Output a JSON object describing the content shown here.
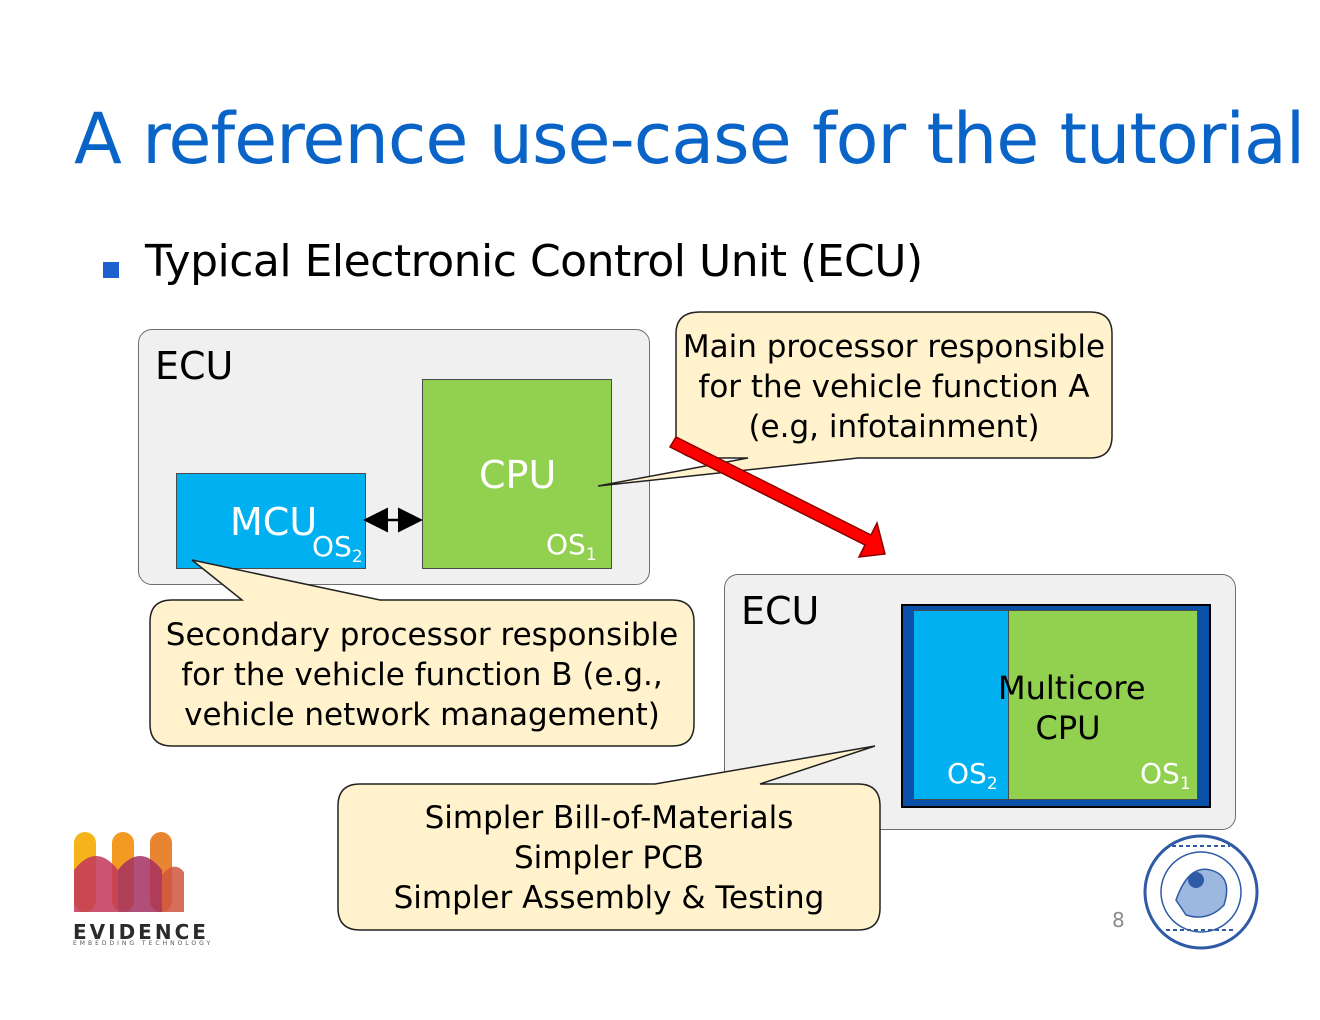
{
  "title": "A reference use-case for the tutorial",
  "bullet": "Typical Electronic Control Unit (ECU)",
  "ecu_top": {
    "label": "ECU",
    "cpu_label": "CPU",
    "cpu_os": "OS",
    "cpu_os_sub": "1",
    "mcu_label": "MCU",
    "mcu_os": "OS",
    "mcu_os_sub": "2"
  },
  "ecu_bottom": {
    "label": "ECU",
    "multicore_line1": "Multicore",
    "multicore_line2": "CPU",
    "os_left": "OS",
    "os_left_sub": "2",
    "os_right": "OS",
    "os_right_sub": "1"
  },
  "callouts": {
    "main": [
      "Main processor responsible",
      "for the vehicle function A",
      "(e.g, infotainment)"
    ],
    "secondary": [
      "Secondary processor responsible",
      "for the vehicle function B (e.g.,",
      "vehicle network management)"
    ],
    "simpler": [
      "Simpler Bill-of-Materials",
      "Simpler PCB",
      "Simpler Assembly & Testing"
    ]
  },
  "logo": {
    "name": "EVIDENCE",
    "tagline": "EMBEDDING TECHNOLOGY"
  },
  "page_number": "8",
  "colors": {
    "title": "#0a64c8",
    "cpu": "#92d050",
    "mcu": "#00b0f0",
    "callout_fill": "#fff2cc",
    "arrow": "#ff0000",
    "multicore_frame": "#0a4fa8"
  },
  "icons": {
    "top_right_seal": "politecnico-di-torino-seal",
    "bottom_left_logo": "evidence-logo"
  }
}
